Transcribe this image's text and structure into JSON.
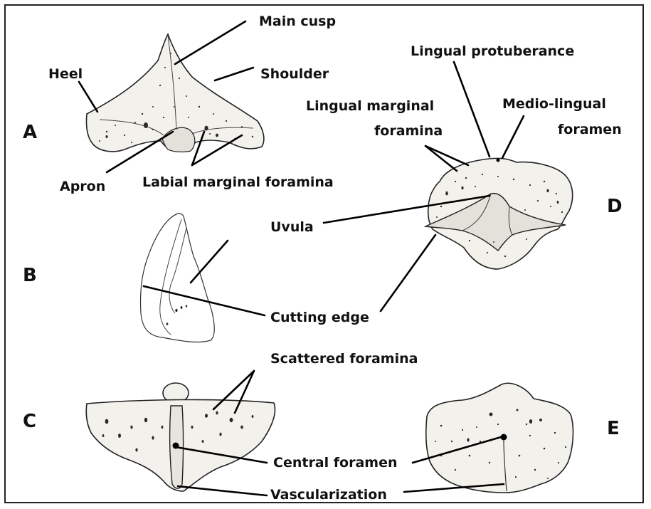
{
  "panels": {
    "a": "A",
    "b": "B",
    "c": "C",
    "d": "D",
    "e": "E"
  },
  "labels": {
    "main_cusp": "Main cusp",
    "shoulder": "Shoulder",
    "heel": "Heel",
    "apron": "Apron",
    "labial_marginal_foramina": "Labial marginal foramina",
    "lingual_protuberance": "Lingual protuberance",
    "lingual_marginal_foramina_1": "Lingual marginal",
    "lingual_marginal_foramina_2": "foramina",
    "medio_lingual_foramen_1": "Medio-lingual",
    "medio_lingual_foramen_2": "foramen",
    "uvula": "Uvula",
    "cutting_edge": "Cutting edge",
    "scattered_foramina": "Scattered foramina",
    "central_foramen": "Central foramen",
    "vascularization": "Vascularization"
  },
  "colors": {
    "ink": "#111111",
    "tooth_fill": "#f3f1ec",
    "background": "#ffffff"
  }
}
